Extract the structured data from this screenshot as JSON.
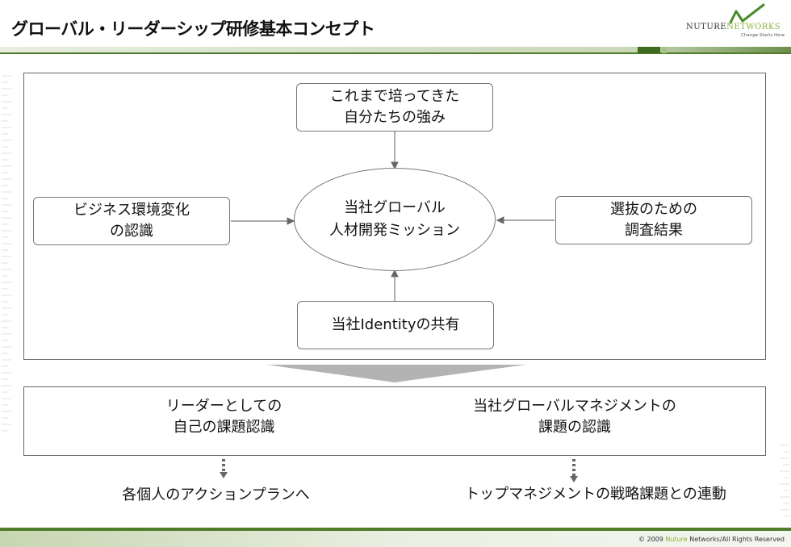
{
  "header": {
    "title": "グローバル・リーダーシップ研修基本コンセプト"
  },
  "logo": {
    "name_part1": "NUTURE",
    "name_part2": "NETWORKS",
    "tagline": "Change Starts Here"
  },
  "diagram": {
    "top_box": [
      "これまで培ってきた",
      "自分たちの強み"
    ],
    "left_box": [
      "ビジネス環境変化",
      "の認識"
    ],
    "right_box": [
      "選抜のための",
      "調査結果"
    ],
    "center": [
      "当社グローバル",
      "人材開発ミッション"
    ],
    "bottom_box": [
      "当社Identityの共有"
    ]
  },
  "outcomes": {
    "left": [
      "リーダーとしての",
      "自己の課題認識"
    ],
    "right": [
      "当社グローバルマネジメントの",
      "課題の認識"
    ],
    "left_result": "各個人のアクションプランへ",
    "right_result": "トップマネジメントの戦略課題との連動"
  },
  "footer": {
    "prefix": "© 2009 ",
    "brand": "Nuture",
    "suffix": " Networks/All Rights Reserved"
  },
  "colors": {
    "accent_green": "#8bb23a",
    "band_green": "#4f7d2a",
    "chevron_gray": "#b3b3b3",
    "arrow_gray": "#666666"
  }
}
